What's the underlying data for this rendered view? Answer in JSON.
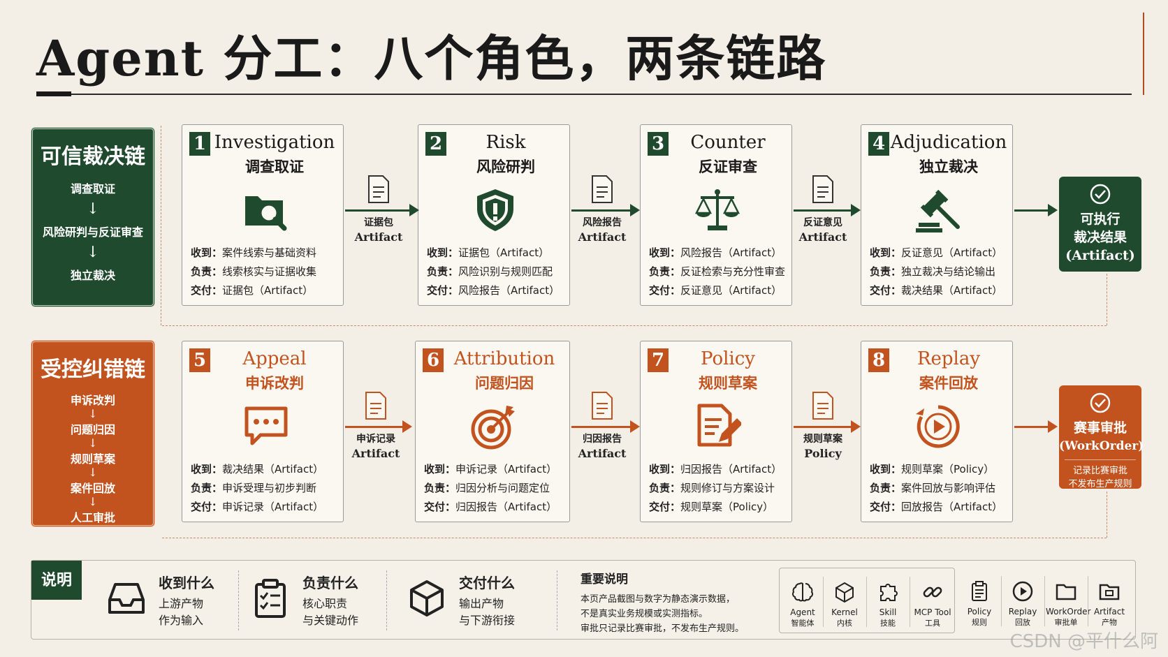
{
  "title": "Agent 分工：八个角色，两条链路",
  "chains": {
    "trusted": {
      "title": "可信裁决链",
      "steps": [
        "调查取证",
        "风险研判与反证审查",
        "独立裁决"
      ]
    },
    "controlled": {
      "title": "受控纠错链",
      "steps": [
        "申诉改判",
        "问题归因",
        "规则草案",
        "案件回放",
        "人工审批"
      ]
    }
  },
  "row_labels": {
    "receive": "收到：",
    "own": "负责：",
    "deliver": "交付："
  },
  "cards": [
    {
      "num": "1",
      "en": "Investigation",
      "zh": "调查取证",
      "icon": "folder-search-icon",
      "receive": "案件线索与基础资料",
      "own": "线索核实与证据收集",
      "deliver": "证据包（Artifact）"
    },
    {
      "num": "2",
      "en": "Risk",
      "zh": "风险研判",
      "icon": "shield-alert-icon",
      "receive": "证据包（Artifact）",
      "own": "风险识别与规则匹配",
      "deliver": "风险报告（Artifact）"
    },
    {
      "num": "3",
      "en": "Counter",
      "zh": "反证审查",
      "icon": "scales-icon",
      "receive": "风险报告（Artifact）",
      "own": "反证检索与充分性审查",
      "deliver": "反证意见（Artifact）"
    },
    {
      "num": "4",
      "en": "Adjudication",
      "zh": "独立裁决",
      "icon": "gavel-icon",
      "receive": "反证意见（Artifact）",
      "own": "独立裁决与结论输出",
      "deliver": "裁决结果（Artifact）"
    },
    {
      "num": "5",
      "en": "Appeal",
      "zh": "申诉改判",
      "icon": "chat-bubble-icon",
      "receive": "裁决结果（Artifact）",
      "own": "申诉受理与初步判断",
      "deliver": "申诉记录（Artifact）"
    },
    {
      "num": "6",
      "en": "Attribution",
      "zh": "问题归因",
      "icon": "target-icon",
      "receive": "申诉记录（Artifact）",
      "own": "归因分析与问题定位",
      "deliver": "归因报告（Artifact）"
    },
    {
      "num": "7",
      "en": "Policy",
      "zh": "规则草案",
      "icon": "document-edit-icon",
      "receive": "归因报告（Artifact）",
      "own": "规则修订与方案设计",
      "deliver": "规则草案（Policy）"
    },
    {
      "num": "8",
      "en": "Replay",
      "zh": "案件回放",
      "icon": "replay-icon",
      "receive": "规则草案（Policy）",
      "own": "案件回放与影响评估",
      "deliver": "回放报告（Artifact）"
    }
  ],
  "connectors": [
    {
      "l1": "证据包",
      "l2": "Artifact"
    },
    {
      "l1": "风险报告",
      "l2": "Artifact"
    },
    {
      "l1": "反证意见",
      "l2": "Artifact"
    },
    {
      "l1": "申诉记录",
      "l2": "Artifact"
    },
    {
      "l1": "归因报告",
      "l2": "Artifact"
    },
    {
      "l1": "规则草案",
      "l2": "Policy"
    }
  ],
  "results": {
    "trusted": {
      "l1": "可执行",
      "l2": "裁决结果",
      "l3": "(Artifact)"
    },
    "controlled": {
      "l1": "赛事审批",
      "l2": "(WorkOrder)",
      "s1": "记录比赛审批",
      "s2": "不发布生产规则"
    }
  },
  "legend": {
    "tag": "说明",
    "items": [
      {
        "h": "收到什么",
        "l1": "上游产物",
        "l2": "作为输入",
        "icon": "inbox-icon"
      },
      {
        "h": "负责什么",
        "l1": "核心职责",
        "l2": "与关键动作",
        "icon": "clipboard-icon"
      },
      {
        "h": "交付什么",
        "l1": "输出产物",
        "l2": "与下游衔接",
        "icon": "package-icon"
      }
    ],
    "note": {
      "h": "重要说明",
      "l1": "本页产品截图与数字为静态演示数据，",
      "l2": "不是真实业务规模或实测指标。",
      "l3": "审批只记录比赛审批，不发布生产规则。"
    },
    "kinds": [
      {
        "a": "Agent",
        "b": "智能体",
        "icon": "brain-icon"
      },
      {
        "a": "Kernel",
        "b": "内核",
        "icon": "cube-icon"
      },
      {
        "a": "Skill",
        "b": "技能",
        "icon": "puzzle-icon"
      },
      {
        "a": "MCP Tool",
        "b": "工具",
        "icon": "link-icon"
      },
      {
        "a": "Policy",
        "b": "规则",
        "icon": "clipboard-rule-icon"
      },
      {
        "a": "Replay",
        "b": "回放",
        "icon": "play-circle-icon"
      },
      {
        "a": "WorkOrder",
        "b": "审批单",
        "icon": "folder-icon"
      },
      {
        "a": "Artifact",
        "b": "产物",
        "icon": "folder-box-icon"
      }
    ]
  },
  "watermark": "CSDN @平什么阿",
  "colors": {
    "green": "#1f4a2e",
    "orange": "#c2531f",
    "background": "#f4efe6"
  }
}
